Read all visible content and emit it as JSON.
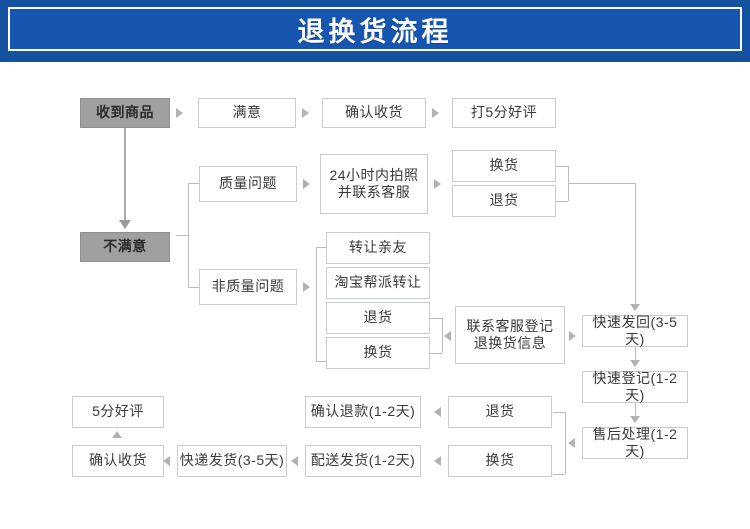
{
  "header": {
    "title": "退换货流程",
    "bg_color": "#14529f",
    "inner_bg_color": "#1656b0",
    "text_color": "#ffffff"
  },
  "flow": {
    "node_border_color": "#c9cccf",
    "node_fill_color": "#ffffff",
    "highlight_fill_color": "#a0a0a0",
    "connector_color": "#b9bcbf",
    "nodes": {
      "received_goods": "收到商品",
      "satisfied": "满意",
      "confirm_receipt_top": "确认收货",
      "five_star_top": "打5分好评",
      "not_satisfied": "不满意",
      "quality_problem": "质量问题",
      "photo_contact": "24小时内拍照\n并联系客服",
      "exchange_top": "换货",
      "return_top": "退货",
      "non_quality_problem": "非质量问题",
      "transfer_friend": "转让亲友",
      "taobao_group_transfer": "淘宝帮派转让",
      "return_mid": "退货",
      "exchange_mid": "换货",
      "contact_service_register": "联系客服登记\n退换货信息",
      "fast_send_back": "快速发回(3-5天)",
      "fast_register": "快速登记(1-2天)",
      "after_sales_process": "售后处理(1-2天)",
      "return_bottom": "退货",
      "exchange_bottom": "换货",
      "confirm_refund": "确认退款(1-2天)",
      "delivery_shipping": "配送发货(1-2天)",
      "express_shipping": "快递发货(3-5天)",
      "confirm_receipt_bottom": "确认收货",
      "five_star_bottom": "5分好评"
    }
  }
}
